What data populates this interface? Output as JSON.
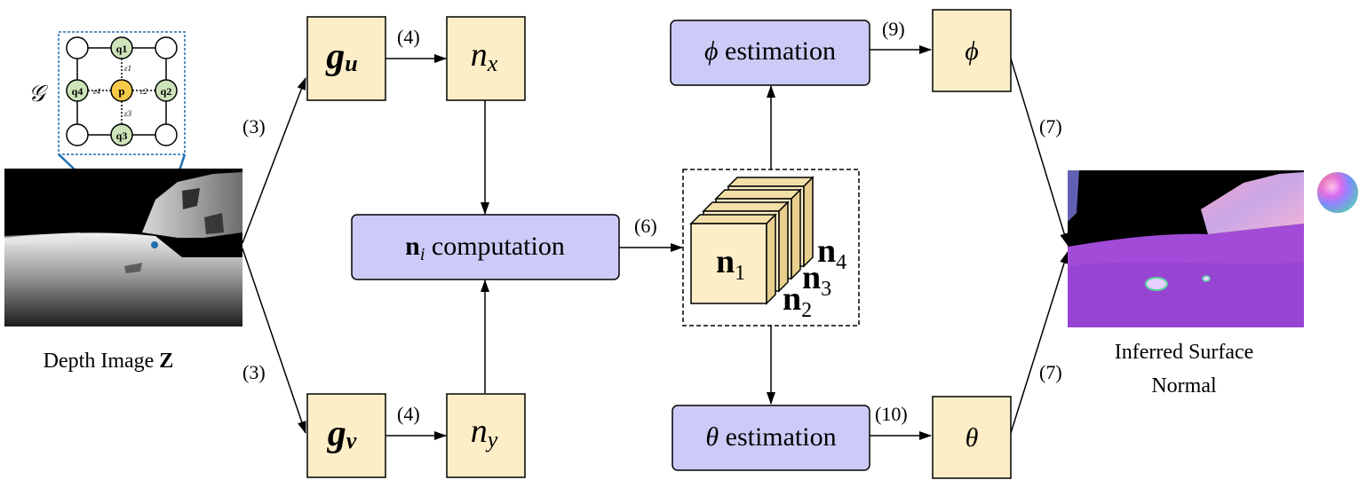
{
  "graph": {
    "symbol": "𝒢",
    "center": "p",
    "neighbors": [
      "q1",
      "q2",
      "q3",
      "q4"
    ],
    "edges": [
      "ε1",
      "ε2",
      "ε3",
      "ε4"
    ]
  },
  "depth": {
    "caption": "Depth Image",
    "symbol": "Z"
  },
  "nodes": {
    "gu": {
      "main": "g",
      "sub": "u"
    },
    "gv": {
      "main": "g",
      "sub": "v"
    },
    "nx": {
      "main": "n",
      "sub": "x"
    },
    "ny": {
      "main": "n",
      "sub": "y"
    },
    "ni": {
      "main": "n",
      "sub": "i",
      "text": "computation"
    },
    "phi_est": {
      "symbol": "ϕ",
      "text": "estimation"
    },
    "theta_est": {
      "symbol": "θ",
      "text": "estimation"
    },
    "phi": {
      "symbol": "ϕ"
    },
    "theta": {
      "symbol": "θ"
    }
  },
  "stack": [
    {
      "main": "n",
      "sub": "1"
    },
    {
      "main": "n",
      "sub": "2"
    },
    {
      "main": "n",
      "sub": "3"
    },
    {
      "main": "n",
      "sub": "4"
    }
  ],
  "edge_labels": {
    "depth_gu": "(3)",
    "depth_gv": "(3)",
    "gu_nx": "(4)",
    "gv_ny": "(4)",
    "ni_stack": "(6)",
    "phi_out": "(9)",
    "theta_out": "(10)",
    "phi_normal": "(7)",
    "theta_normal": "(7)"
  },
  "output": {
    "caption_line1": "Inferred Surface",
    "caption_line2": "Normal"
  },
  "colors": {
    "value_box": "#fdeec7",
    "op_box": "#cccbf7",
    "box_stroke": "#000000",
    "graph_node": "#cde3b9",
    "graph_center": "#f7c948",
    "zoom_line": "#1f6fb0",
    "normal_floor": "#a24bd8"
  }
}
